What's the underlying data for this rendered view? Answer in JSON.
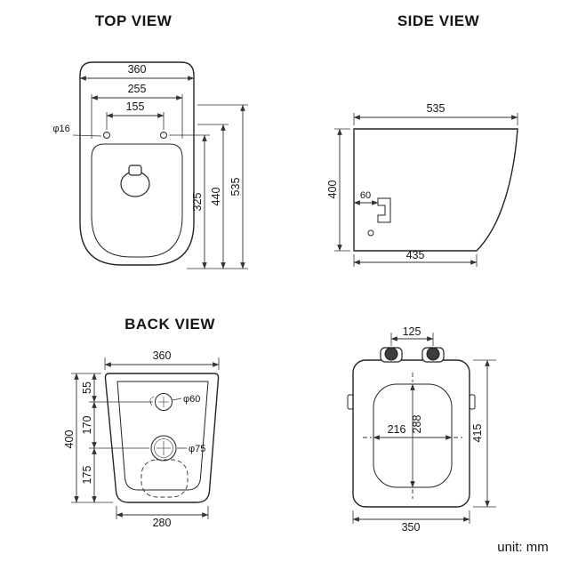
{
  "unit_label": "unit: mm",
  "top_view": {
    "title": "TOP VIEW",
    "dims": {
      "width_overall": "360",
      "width_seat": "255",
      "hinge_spacing": "155",
      "hinge_hole_dia": "φ16",
      "depth_inner": "325",
      "depth_bowl": "440",
      "depth_overall": "535"
    }
  },
  "side_view": {
    "title": "SIDE VIEW",
    "dims": {
      "depth_top": "535",
      "height": "400",
      "bracket_offset": "60",
      "depth_bottom": "435"
    }
  },
  "back_view": {
    "title": "BACK VIEW",
    "dims": {
      "width_top": "360",
      "seg_top": "55",
      "seg_mid": "170",
      "seg_bottom": "175",
      "height": "400",
      "inlet_dia": "φ60",
      "outlet_dia": "φ75",
      "width_bottom": "280"
    }
  },
  "seat_view": {
    "dims": {
      "hinge_spacing": "125",
      "opening_length": "288",
      "opening_width": "216",
      "length": "415",
      "width": "350"
    }
  }
}
